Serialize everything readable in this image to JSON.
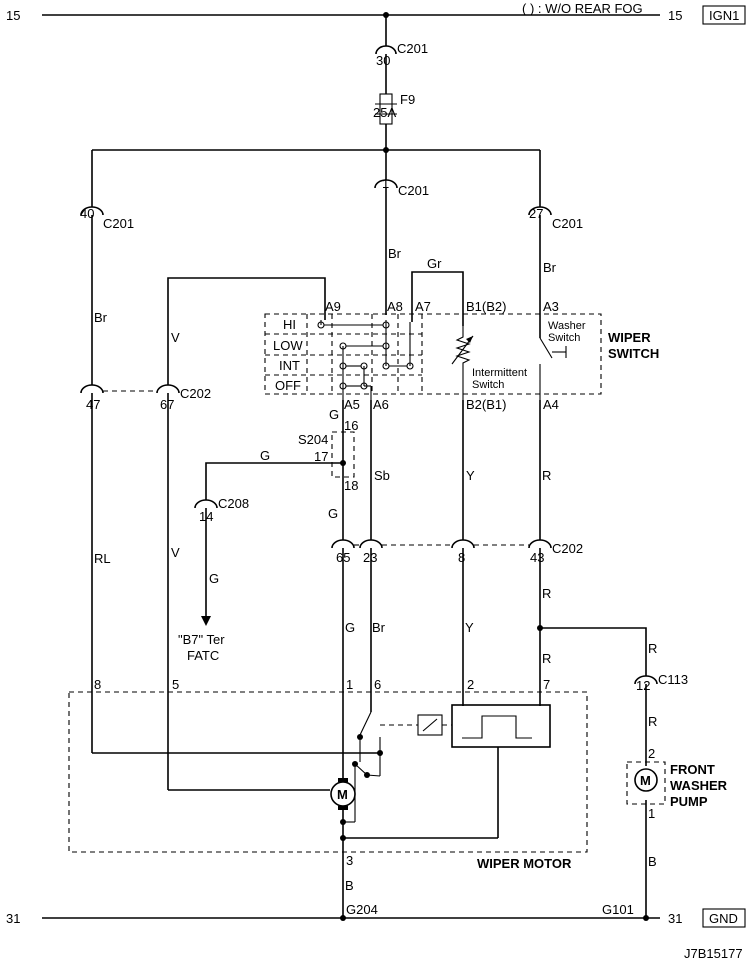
{
  "header": {
    "left_node": "15",
    "note": "( ) : W/O REAR FOG",
    "right_node": "15",
    "supply_box": "IGN1"
  },
  "footer": {
    "left_node": "31",
    "right_node": "31",
    "ground_box": "GND",
    "diagram_code": "J7B15177"
  },
  "connectors": {
    "c201_top_pin": "30",
    "c201_top_name": "C201",
    "fuse_name": "F9",
    "fuse_rating": "25A",
    "c201_mid_pin": "1",
    "c201_mid_name": "C201",
    "c201_left_pin": "40",
    "c201_left_name": "C201",
    "c201_right_pin": "27",
    "c201_right_name": "C201",
    "c202_upper_pin_left": "47",
    "c202_upper_pin_right": "67",
    "c202_upper_name": "C202",
    "s204_name": "S204",
    "s204_pin_top": "16",
    "s204_pin_left": "17",
    "s204_pin_bottom": "18",
    "c208_pin": "14",
    "c208_name": "C208",
    "c202_lower_pins": [
      "65",
      "23",
      "8",
      "43"
    ],
    "c202_lower_name": "C202",
    "c113_pin": "12",
    "c113_name": "C113",
    "pump_pin_top": "2",
    "pump_pin_bottom": "1",
    "motor_pins": [
      "8",
      "5",
      "1",
      "6",
      "2",
      "7"
    ],
    "motor_ground_pin": "3",
    "ground_g204": "G204",
    "ground_g101": "G101"
  },
  "wire_colors": {
    "br_left": "Br",
    "br_center": "Br",
    "br_right": "Br",
    "gr": "Gr",
    "v_upper": "V",
    "v_lower": "V",
    "g_a5": "G",
    "g_s204": "G",
    "g_below_s204": "G",
    "g_c208": "G",
    "g_motor": "G",
    "sb": "Sb",
    "br_motor": "Br",
    "y_upper": "Y",
    "y_lower": "Y",
    "r_a4": "R",
    "r_below": "R",
    "r_motor": "R",
    "r_c113_top": "R",
    "r_c113_bottom": "R",
    "rl": "RL",
    "b_motor": "B",
    "b_pump": "B"
  },
  "wiper_switch": {
    "title_line1": "WIPER",
    "title_line2": "SWITCH",
    "positions": [
      "HI",
      "LOW",
      "INT",
      "OFF"
    ],
    "terminals_top": [
      "A9",
      "A8",
      "A7",
      "B1(B2)",
      "A3"
    ],
    "terminals_bottom": [
      "A5",
      "A6",
      "B2(B1)",
      "A4"
    ],
    "washer_switch_line1": "Washer",
    "washer_switch_line2": "Switch",
    "intermittent_line1": "Intermittent",
    "intermittent_line2": "Switch"
  },
  "fatc_ref": {
    "line1": "\"B7\" Ter",
    "line2": "FATC"
  },
  "motor": {
    "label": "WIPER MOTOR",
    "symbol": "M"
  },
  "pump": {
    "line1": "FRONT",
    "line2": "WASHER",
    "line3": "PUMP",
    "symbol": "M"
  }
}
